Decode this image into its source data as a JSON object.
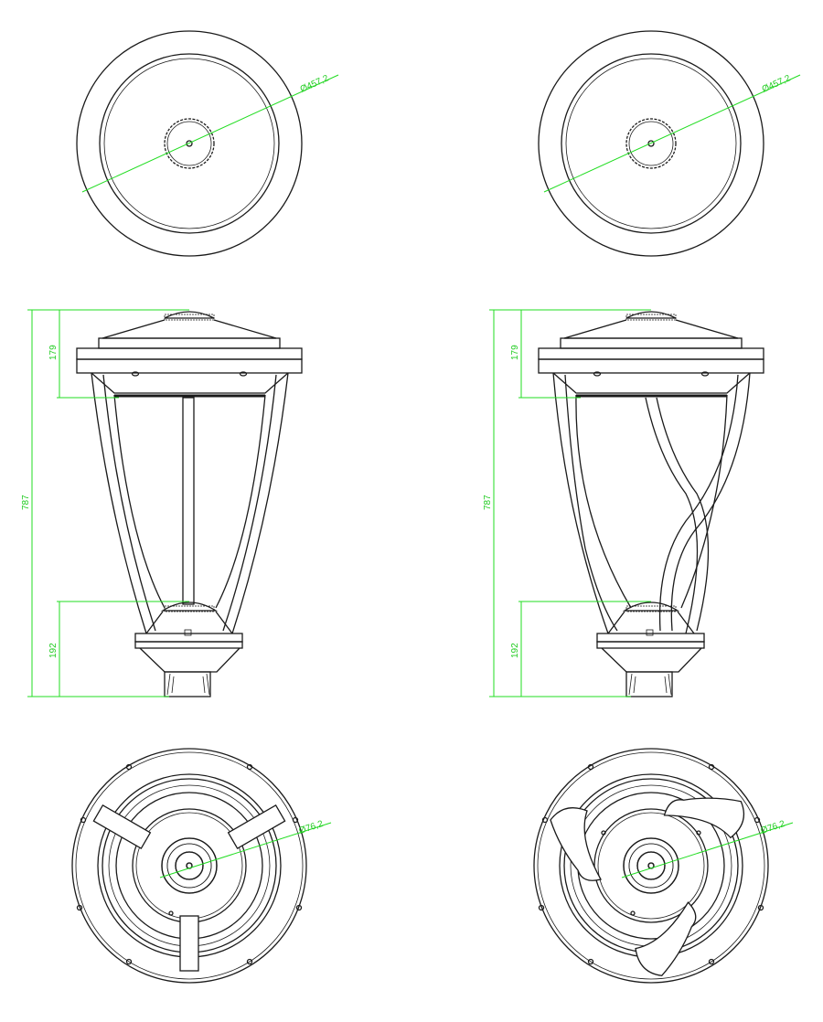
{
  "title": "Post-top lantern luminaire dimension drawing",
  "colors": {
    "line": "#1a1a1a",
    "dimension": "#22dd22"
  },
  "views": [
    {
      "variant": "straight-arm",
      "top_view": {
        "diameter_label": "Ø457,2"
      },
      "side_view": {
        "overall_height": "787",
        "top_height": "179",
        "bottom_height": "192"
      },
      "bottom_view": {
        "diameter_label": "Ø76,2"
      }
    },
    {
      "variant": "twisted-arm",
      "top_view": {
        "diameter_label": "Ø457,2"
      },
      "side_view": {
        "overall_height": "787",
        "top_height": "179",
        "bottom_height": "192"
      },
      "bottom_view": {
        "diameter_label": "Ø76,2"
      }
    }
  ]
}
